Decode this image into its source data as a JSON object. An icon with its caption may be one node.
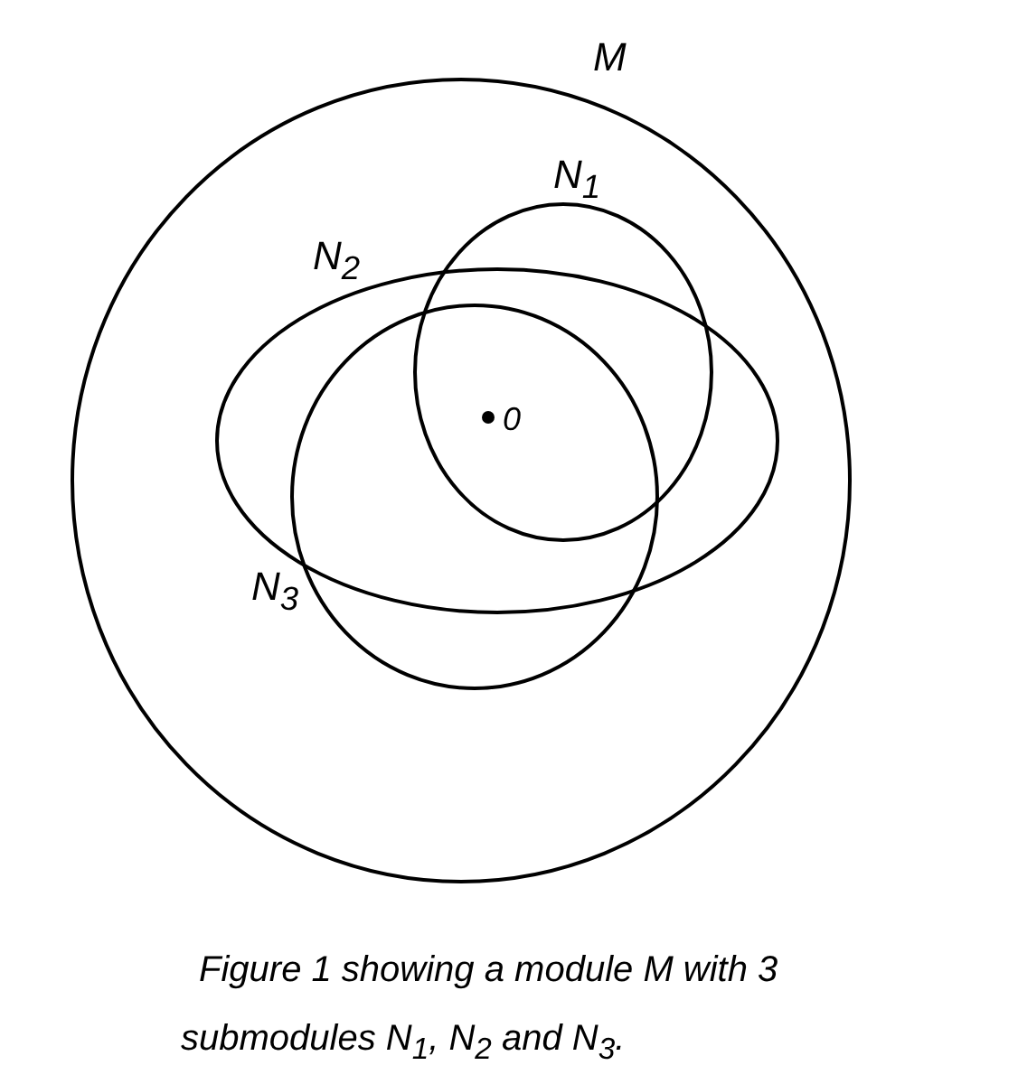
{
  "diagram": {
    "caption": "Figure 1 showing a module M with 3 submodules N$_{1}$, N$_{2}$ and N$_{3}$.",
    "nodes": [
      {
        "text": [
          "M"
        ]
      },
      {
        "text": [
          "N$_{1}$"
        ],
        "in": 0
      },
      {
        "text": [
          "N$_{2}$"
        ],
        "in": 0
      },
      {
        "text": [
          "N$_{3}$"
        ],
        "in": 0
      }
    ],
    "labels": [
      "0"
    ]
  }
}
